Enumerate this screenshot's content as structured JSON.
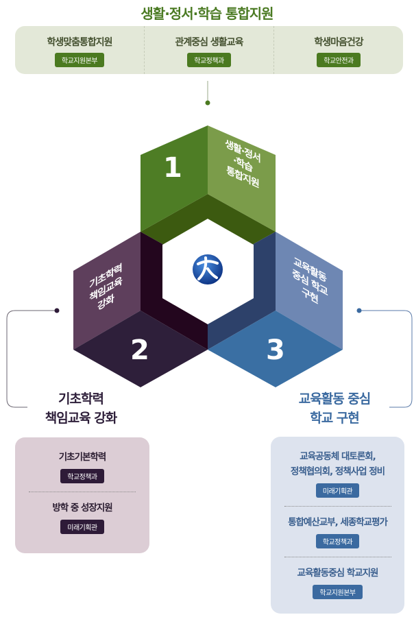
{
  "title": "생활·정서·학습 통합지원",
  "top_items": [
    {
      "label": "학생맞춤통합지원",
      "dept": "학교지원본부"
    },
    {
      "label": "관계중심 생활교육",
      "dept": "학교정책과"
    },
    {
      "label": "학생마음건강",
      "dept": "학교안전과"
    }
  ],
  "cubes": [
    {
      "number": "1",
      "lines": [
        "생활·정서",
        "·학습",
        "통합지원"
      ]
    },
    {
      "number": "2",
      "lines": [
        "기초학력",
        "책임교육",
        "강화"
      ]
    },
    {
      "number": "3",
      "lines": [
        "교육활동",
        "중심 학교",
        "구현"
      ]
    }
  ],
  "left": {
    "heading": [
      "기초학력",
      "책임교육 강화"
    ],
    "items": [
      {
        "lines": [
          "기초기본학력"
        ],
        "dept": "학교정책과"
      },
      {
        "lines": [
          "방학 중 성장지원"
        ],
        "dept": "미래기획관"
      }
    ]
  },
  "right": {
    "heading": [
      "교육활동 중심",
      "학교 구현"
    ],
    "items": [
      {
        "lines": [
          "교육공동체 대토론회,",
          "정책협의회, 정책사업 정비"
        ],
        "dept": "미래기획관"
      },
      {
        "lines": [
          "통합예산교부, 세종학교평가"
        ],
        "dept": "학교정책과"
      },
      {
        "lines": [
          "교육활동중심 학교지원"
        ],
        "dept": "학교지원본부"
      }
    ]
  },
  "colors": {
    "green": "#4b7a20",
    "purple": "#2e1b38",
    "blue": "#3b6aa0"
  }
}
